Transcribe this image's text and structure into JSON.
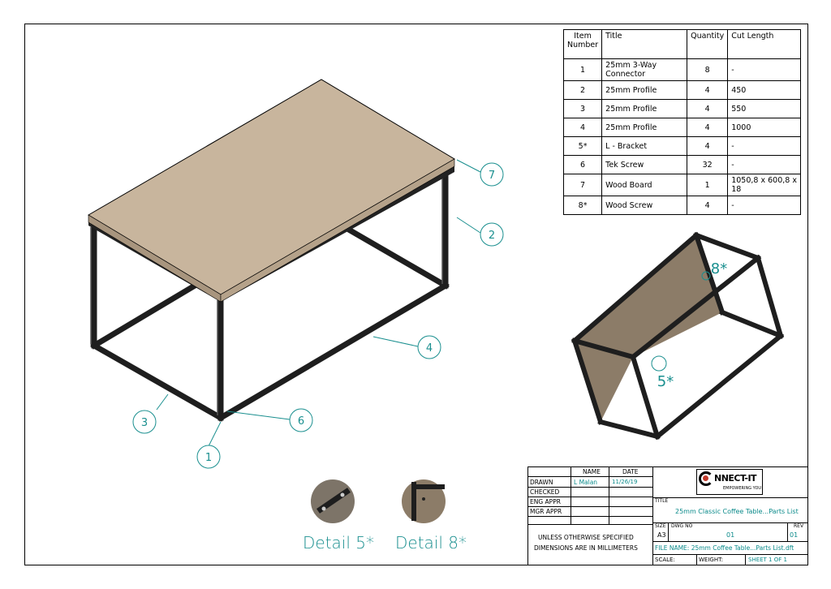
{
  "parts_table": {
    "headers": [
      "Item Number",
      "Title",
      "Quantity",
      "Cut Length"
    ],
    "rows": [
      [
        "1",
        "25mm 3-Way Connector",
        "8",
        "-"
      ],
      [
        "2",
        "25mm Profile",
        "4",
        "450"
      ],
      [
        "3",
        "25mm Profile",
        "4",
        "550"
      ],
      [
        "4",
        "25mm Profile",
        "4",
        "1000"
      ],
      [
        "5*",
        "L - Bracket",
        "4",
        "-"
      ],
      [
        "6",
        "Tek Screw",
        "32",
        "-"
      ],
      [
        "7",
        "Wood Board",
        "1",
        "1050,8 x 600,8 x 18"
      ],
      [
        "8*",
        "Wood Screw",
        "4",
        "-"
      ]
    ]
  },
  "callouts": [
    "1",
    "2",
    "3",
    "4",
    "6",
    "7",
    "5*",
    "8*"
  ],
  "details": [
    "Detail 5*",
    "Detail 8*"
  ],
  "title_block": {
    "name_header": "NAME",
    "date_header": "DATE",
    "drawn_label": "DRAWN",
    "drawn_name": "L Malan",
    "drawn_date": "11/26/19",
    "checked_label": "CHECKED",
    "eng_appr_label": "ENG APPR",
    "mgr_appr_label": "MGR APPR",
    "note_line1": "UNLESS OTHERWISE SPECIFIED",
    "note_line2": "DIMENSIONS ARE IN MILLIMETERS",
    "logo_text": "NNECT-IT",
    "logo_tagline": "EMPOWERING YOU",
    "title_label": "TITLE",
    "title_value": "25mm Classic Coffee Table...Parts List",
    "size_label": "SIZE",
    "size_value": "A3",
    "dwg_no_label": "DWG NO",
    "dwg_no_value": "01",
    "rev_label": "REV",
    "rev_value": "01",
    "file_name": "FILE NAME: 25mm Coffee Table...Parts List.dft",
    "scale_label": "SCALE:",
    "weight_label": "WEIGHT:",
    "sheet": "SHEET 1 OF 1"
  },
  "colors": {
    "callout": "#1a8f8f",
    "frame": "#2b2b2b",
    "board": "#c8b59d"
  }
}
